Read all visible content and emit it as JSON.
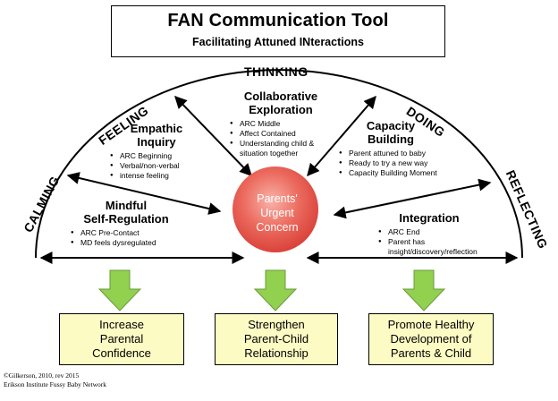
{
  "header": {
    "title": "FAN Communication Tool",
    "subtitle": "Facilitating Attuned INteractions"
  },
  "phases": {
    "thinking": "THINKING",
    "feeling": "FEELING",
    "doing": "DOING",
    "calming": "CALMING",
    "reflecting": "REFLECTING"
  },
  "center": {
    "line1": "Parents'",
    "line2": "Urgent",
    "line3": "Concern",
    "color": "#e8554a"
  },
  "sections": {
    "mindful": {
      "title_line1": "Mindful",
      "title_line2": "Self-Regulation",
      "bullets": [
        "ARC Pre-Contact",
        "MD feels dysregulated"
      ]
    },
    "empathic": {
      "title_line1": "Empathic",
      "title_line2": "Inquiry",
      "bullets": [
        "ARC Beginning",
        "Verbal/non-verbal",
        "intense feeling"
      ]
    },
    "collaborative": {
      "title_line1": "Collaborative",
      "title_line2": "Exploration",
      "bullets": [
        "ARC Middle",
        "Affect Contained",
        "Understanding child &",
        "situation together"
      ]
    },
    "capacity": {
      "title_line1": "Capacity",
      "title_line2": "Building",
      "bullets": [
        "Parent attuned to baby",
        "Ready to try a new way",
        "Capacity Building Moment"
      ]
    },
    "integration": {
      "title_line1": "Integration",
      "bullets": [
        "ARC End",
        "Parent has",
        "insight/discovery/reflection"
      ]
    }
  },
  "outcomes": {
    "left": [
      "Increase",
      "Parental",
      "Confidence"
    ],
    "middle": [
      "Strengthen",
      "Parent-Child",
      "Relationship"
    ],
    "right": [
      "Promote Healthy",
      "Development of",
      "Parents & Child"
    ],
    "box_color": "#fdfbc4",
    "arrow_color": "#92d050"
  },
  "credits": {
    "line1": "©Gilkerson,  2010,  rev 2015",
    "line2": "Erikson Institute Fussy Baby Network"
  }
}
